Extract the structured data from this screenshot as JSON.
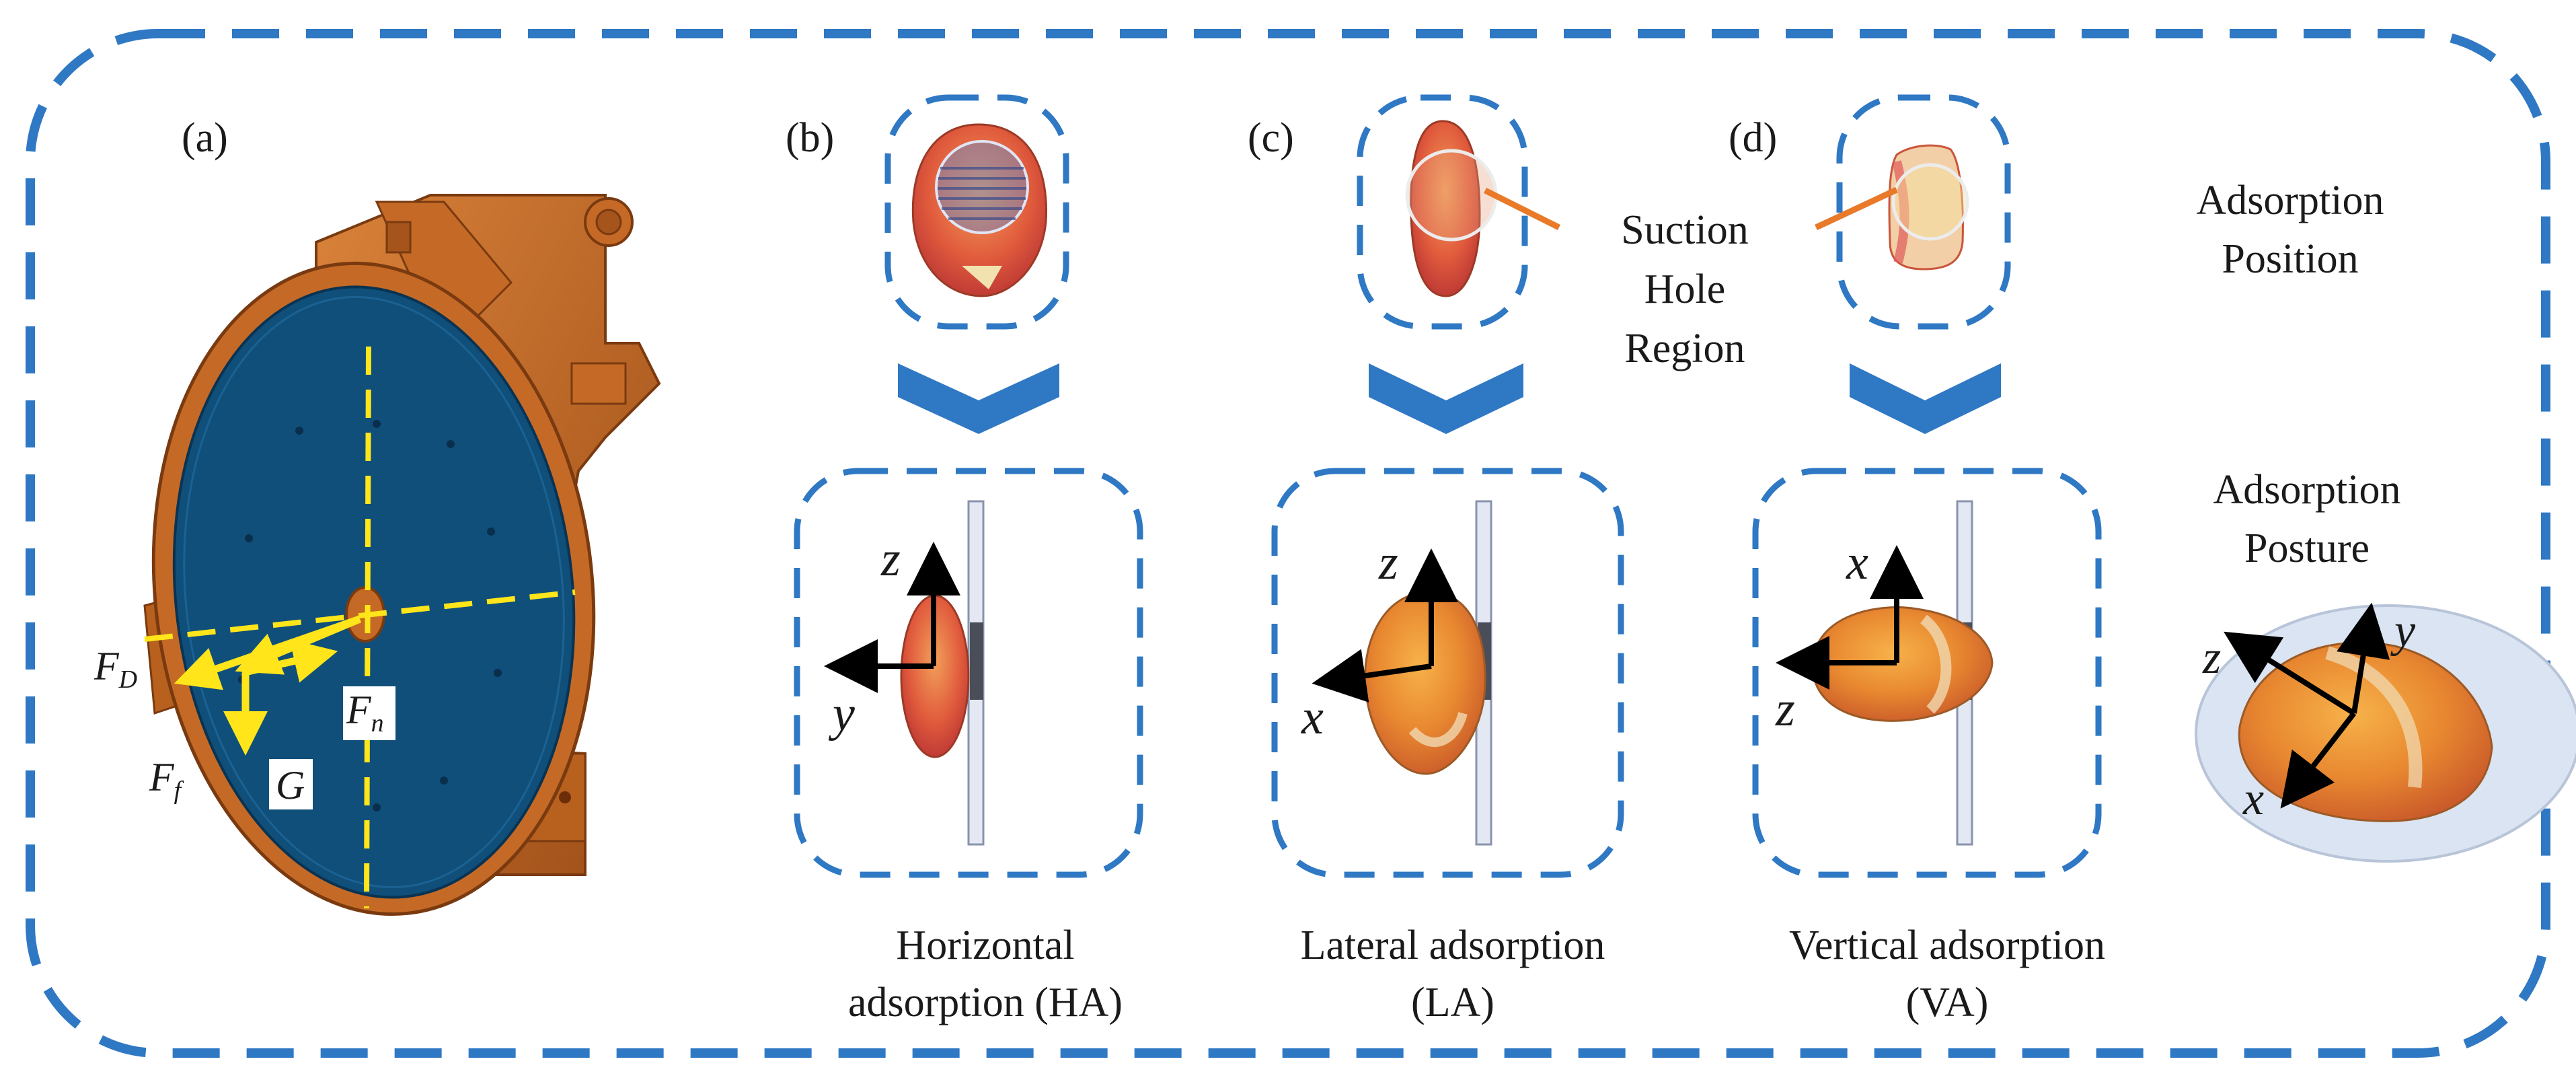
{
  "panels": {
    "a": {
      "label": "(a)",
      "forces": {
        "drag": "F",
        "drag_sub": "D",
        "friction": "F",
        "friction_sub": "f",
        "gravity": "G",
        "normal": "F",
        "normal_sub": "n"
      }
    },
    "b": {
      "label": "(b)",
      "caption_line1": "Horizontal",
      "caption_line2": "adsorption (HA)",
      "axis_up": "z",
      "axis_side": "y"
    },
    "c": {
      "label": "(c)",
      "caption_line1": "Lateral adsorption",
      "caption_line2": "(LA)",
      "axis_up": "z",
      "axis_side": "x"
    },
    "d": {
      "label": "(d)",
      "caption_line1": "Vertical adsorption",
      "caption_line2": "(VA)",
      "axis_up": "x",
      "axis_side": "z"
    }
  },
  "annotations": {
    "suction_line1": "Suction",
    "suction_line2": "Hole",
    "suction_line3": "Region",
    "position_line1": "Adsorption",
    "position_line2": "Position",
    "posture_line1": "Adsorption",
    "posture_line2": "Posture"
  },
  "posture_axes": {
    "z": "z",
    "y": "y",
    "x": "x"
  },
  "colors": {
    "frame": "#2f78c4",
    "chevron": "#2f78c4",
    "disc": "#0f4f7a",
    "housing": "#b8601e",
    "force": "#ffe51a",
    "seed": "#e88830",
    "seed_red": "#d13a3a",
    "leader": "#e87a2a",
    "posture_bg": "#dbe4f2"
  }
}
